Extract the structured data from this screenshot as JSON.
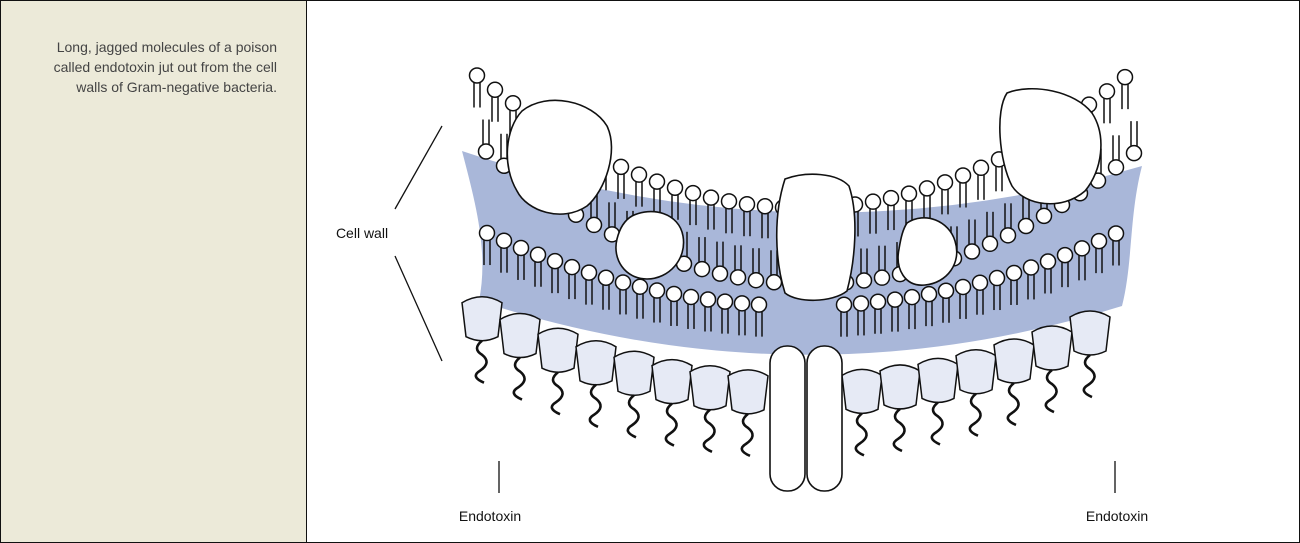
{
  "caption": "Long, jagged molecules of a poison called endotoxin jut out from the cell walls of Gram-negative bacteria.",
  "labels": {
    "cell_wall": "Cell wall",
    "endotoxin_left": "Endotoxin",
    "endotoxin_right": "Endotoxin"
  },
  "colors": {
    "periplasm": "#a9b7d9",
    "lps_fill": "#e6eaf5",
    "sidebar": "#ecead9",
    "caption_text": "#444444"
  }
}
